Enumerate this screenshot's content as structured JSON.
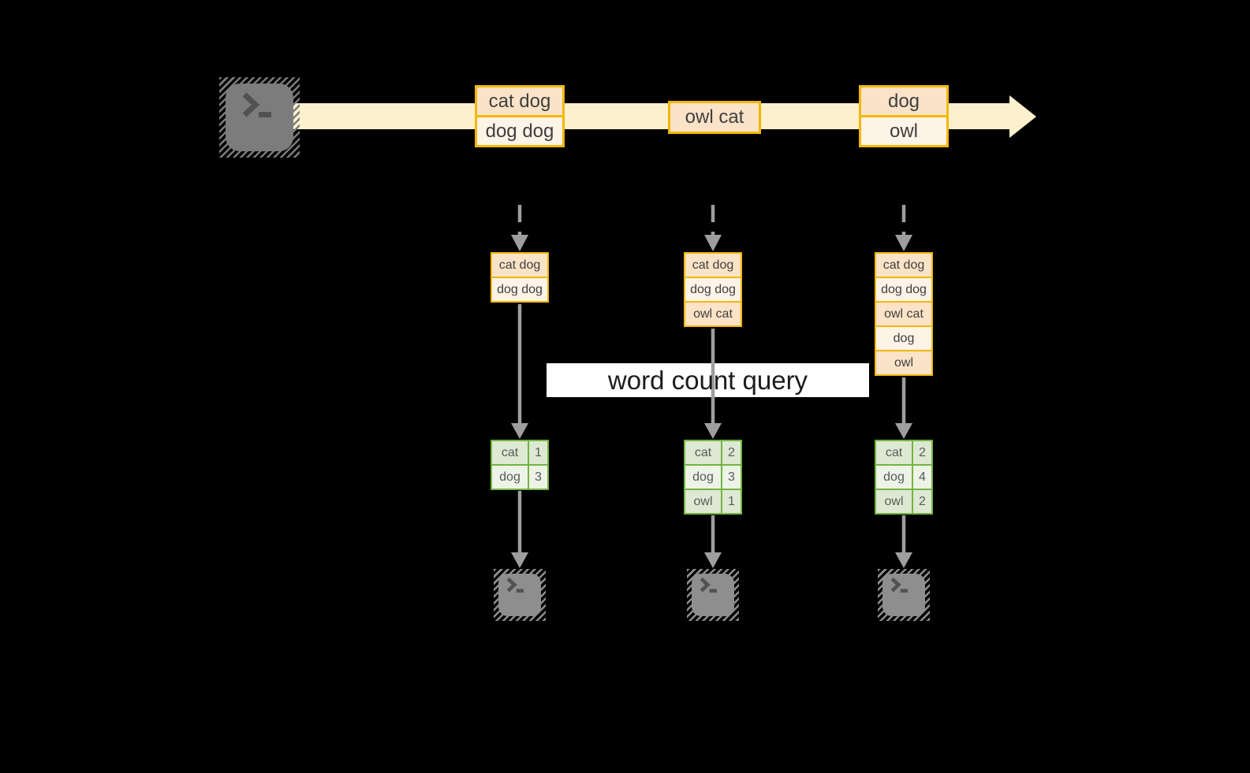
{
  "query_label": "word count query",
  "terminal_icon": "terminal-prompt-icon",
  "colors": {
    "bg": "#000000",
    "band": "#fdf0cc",
    "accent_orange": "#f2b705",
    "peach_dark": "#fbe3c7",
    "peach_light": "#fdf3e6",
    "green_border": "#73b442",
    "green_dark": "#dde9d2",
    "green_light": "#edf3e7",
    "arrow_gray": "#9e9e9e",
    "terminal_gray": "#7c7c7c",
    "terminal_gray_light": "#8e8e8e",
    "glyph_dark": "#525252",
    "text_dark": "#3f3f3f",
    "text_gray": "#5a5a5a",
    "query_bg": "#ffffff",
    "query_text": "#1c1c1c"
  },
  "stream_messages": [
    {
      "lines": [
        "cat dog",
        "dog dog"
      ]
    },
    {
      "lines": [
        "owl cat"
      ]
    },
    {
      "lines": [
        "dog",
        "owl"
      ]
    }
  ],
  "columns": [
    {
      "state": [
        "cat dog",
        "dog dog"
      ],
      "counts": [
        [
          "cat",
          "1"
        ],
        [
          "dog",
          "3"
        ]
      ]
    },
    {
      "state": [
        "cat dog",
        "dog dog",
        "owl cat"
      ],
      "counts": [
        [
          "cat",
          "2"
        ],
        [
          "dog",
          "3"
        ],
        [
          "owl",
          "1"
        ]
      ]
    },
    {
      "state": [
        "cat dog",
        "dog dog",
        "owl cat",
        "dog",
        "owl"
      ],
      "counts": [
        [
          "cat",
          "2"
        ],
        [
          "dog",
          "4"
        ],
        [
          "owl",
          "2"
        ]
      ]
    }
  ]
}
